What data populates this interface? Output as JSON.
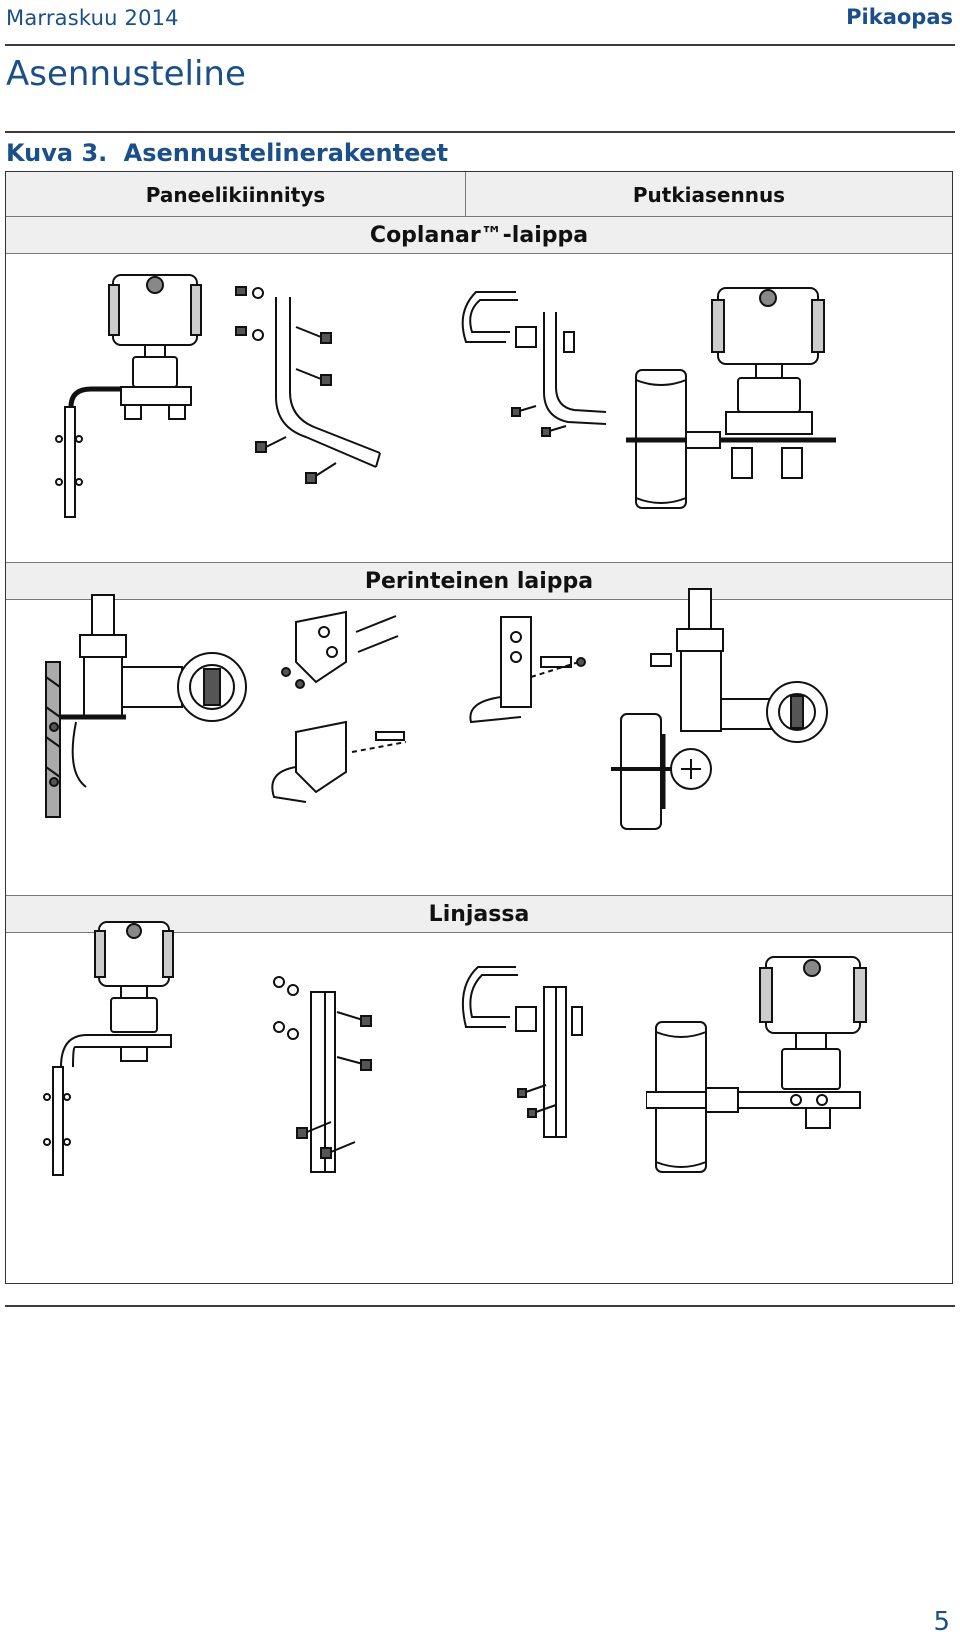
{
  "header": {
    "date": "Marraskuu 2014",
    "doc_type": "Pikaopas"
  },
  "section": {
    "title": "Asennusteline"
  },
  "figure": {
    "number": "Kuva 3.",
    "title": "Asennustelinerakenteet",
    "columns": [
      "Paneelikiinnitys",
      "Putkiasennus"
    ],
    "rows": [
      {
        "label": "Coplanar™-laippa"
      },
      {
        "label": "Perinteinen laippa"
      },
      {
        "label": "Linjassa"
      }
    ]
  },
  "footer": {
    "page_number": "5"
  }
}
